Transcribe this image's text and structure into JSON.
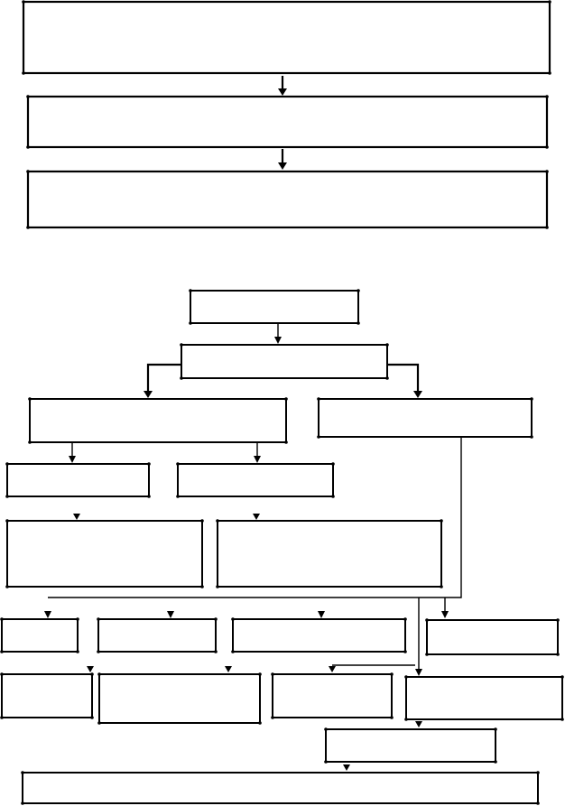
{
  "diagram": {
    "type": "flowchart",
    "colors": {
      "stroke": "#000000",
      "fill": "#ffffff",
      "background": "#ffffff"
    },
    "note": "",
    "boxes": [
      {
        "id": "top-1",
        "label": ""
      },
      {
        "id": "top-2",
        "label": ""
      },
      {
        "id": "top-3",
        "label": ""
      },
      {
        "id": "root",
        "label": ""
      },
      {
        "id": "level-1",
        "label": ""
      },
      {
        "id": "left-branch",
        "label": ""
      },
      {
        "id": "right-branch",
        "label": ""
      },
      {
        "id": "left-sub-a",
        "label": ""
      },
      {
        "id": "left-sub-b",
        "label": ""
      },
      {
        "id": "detail-a",
        "label": ""
      },
      {
        "id": "detail-b",
        "label": ""
      },
      {
        "id": "row-1-a",
        "label": ""
      },
      {
        "id": "row-1-b",
        "label": ""
      },
      {
        "id": "row-1-c",
        "label": ""
      },
      {
        "id": "row-1-d",
        "label": ""
      },
      {
        "id": "row-2-a",
        "label": ""
      },
      {
        "id": "row-2-b",
        "label": ""
      },
      {
        "id": "row-2-c",
        "label": ""
      },
      {
        "id": "row-2-d",
        "label": ""
      },
      {
        "id": "merge",
        "label": ""
      },
      {
        "id": "final",
        "label": ""
      }
    ]
  }
}
